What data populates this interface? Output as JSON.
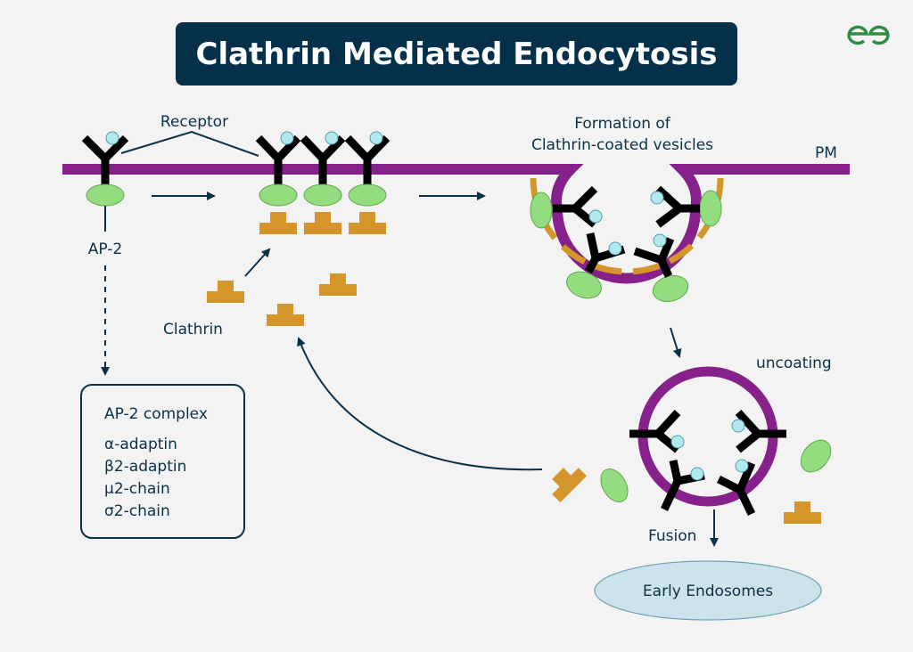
{
  "title": "Clathrin Mediated Endocytosis",
  "logo": "geeksforgeeks-logo",
  "labels": {
    "receptor": "Receptor",
    "ap2": "AP-2",
    "clathrin": "Clathrin",
    "formation_line1": "Formation of",
    "formation_line2": "Clathrin-coated vesicles",
    "pm": "PM",
    "uncoating": "uncoating",
    "fusion": "Fusion",
    "early_endosomes": "Early Endosomes"
  },
  "ap2_complex": {
    "heading": "AP-2 complex",
    "items": [
      "α-adaptin",
      "β2-adaptin",
      "μ2-chain",
      "σ2-chain"
    ]
  },
  "colors": {
    "background": "#f3f3f3",
    "title_bg": "#05304a",
    "membrane": "#86208a",
    "adaptor": "#93dd80",
    "clathrin": "#d4952a",
    "ligand": "#b4e8ef",
    "text": "#0b3147",
    "endosome": "#cde3ec",
    "logo": "#2f8d46"
  }
}
